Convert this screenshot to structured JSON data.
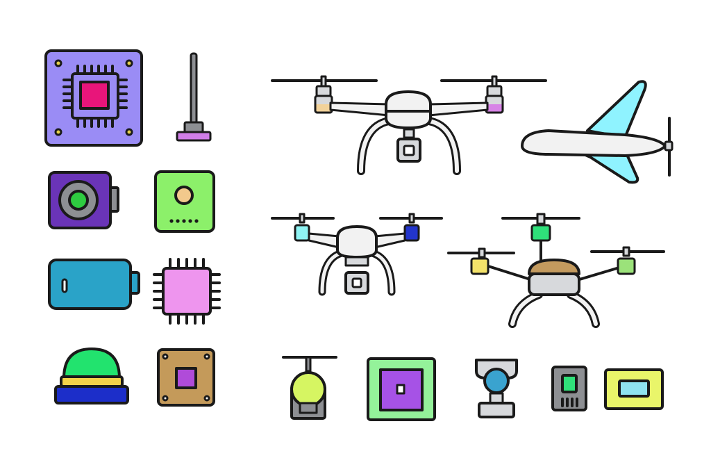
{
  "title": "",
  "colors": {
    "outline": "#1a1a1a",
    "background": "#ffffff",
    "board_purple": "#9a8cf5",
    "chip_magenta": "#e8157a",
    "chip_yellow_pads": "#e8d24a",
    "camera_purple": "#6a34b8",
    "camera_lens_gray": "#8d8f93",
    "camera_lens_green": "#2ecc40",
    "sensor_green": "#8cf06a",
    "sensor_dot": "#f2c98c",
    "battery_blue": "#2aa3c8",
    "chip_pink": "#ee95ee",
    "dome_green": "#22e36e",
    "dome_yellow": "#f3d34a",
    "dome_blue": "#1c2ec9",
    "plate_tan": "#c49a5a",
    "plate_purple": "#b04bd9",
    "drone_white": "#f2f2f2",
    "drone_gray": "#d7d9dc",
    "plane_cyan": "#8ff3ff",
    "motor_tan": "#f2d29a",
    "motor_magenta": "#d784e6",
    "motor_cyan": "#8ff4f4",
    "motor_navy": "#2235cc",
    "motor_green": "#2fe07a",
    "motor_yellow": "#f3e26a",
    "motor_lime": "#9be27a",
    "hex_tan": "#c39a5e",
    "bulb_lime": "#d6f562",
    "square_green": "#94f29a",
    "square_purple": "#a652e6",
    "gimbal_blue": "#3aa3cf",
    "small_green": "#30e07a",
    "screen_lime": "#e9f56a",
    "screen_cyan": "#8fe3ef"
  },
  "icons": [
    {
      "id": "circuit-board",
      "name": "circuit-board-icon"
    },
    {
      "id": "antenna",
      "name": "antenna-icon"
    },
    {
      "id": "camera-module",
      "name": "camera-module-icon"
    },
    {
      "id": "sensor-board",
      "name": "sensor-board-icon"
    },
    {
      "id": "battery",
      "name": "battery-icon"
    },
    {
      "id": "microchip",
      "name": "microchip-icon"
    },
    {
      "id": "dome-light",
      "name": "dome-light-icon"
    },
    {
      "id": "mount-plate",
      "name": "mount-plate-icon"
    },
    {
      "id": "quadcopter-large",
      "name": "quadcopter-large-icon"
    },
    {
      "id": "airplane",
      "name": "airplane-icon"
    },
    {
      "id": "quadcopter-medium",
      "name": "quadcopter-medium-icon"
    },
    {
      "id": "hexacopter",
      "name": "hexacopter-icon"
    },
    {
      "id": "single-rotor",
      "name": "single-rotor-icon"
    },
    {
      "id": "square-module",
      "name": "square-module-icon"
    },
    {
      "id": "gimbal-camera",
      "name": "gimbal-camera-icon"
    },
    {
      "id": "small-device",
      "name": "small-device-icon"
    },
    {
      "id": "display-screen",
      "name": "display-screen-icon"
    }
  ]
}
